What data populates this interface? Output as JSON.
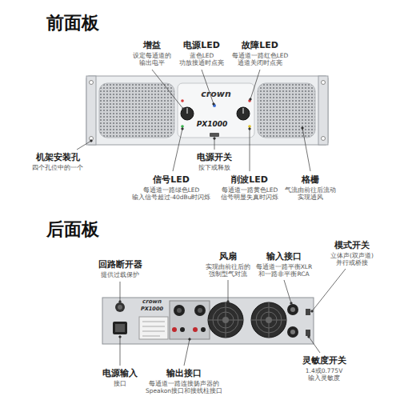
{
  "diagram": {
    "nodes": [
      {
        "text": [
          "crown",
          "PX1000"
        ]
      },
      {
        "text": [
          "crown",
          "PX1000"
        ]
      }
    ],
    "labels": [
      "前面板",
      "增益",
      "设定每通道的 输出电平",
      "电源LED",
      "蓝色LED 功放接通时点亮",
      "故障LED",
      "每通道一路红色LED 通道关闭时点亮",
      "机架安装孔",
      "四个孔位中的一个",
      "电源开关",
      "按下或释放",
      "信号LED",
      "每通道一路绿色LED 输入信号超过-40dBu时闪烁",
      "削波LED",
      "每通道一路黄色LED 信号明显失真时闪烁",
      "格栅",
      "气流由前往后流动 实现通风",
      "后面板",
      "回路断开器",
      "提供过载保护",
      "风扇",
      "实现由前往后的 强制型气对流",
      "输入接口",
      "每通道一路平衡XLR 和一路非平衡RCA",
      "模式开关",
      "立体声(双声道) 并行或桥接",
      "电源输入",
      "接口",
      "输出接口",
      "每通道一路连接扬声器的 Speakon接口和接线柱接口",
      "灵敏度开关",
      "1.4或0.775V 输入灵敏度"
    ]
  }
}
